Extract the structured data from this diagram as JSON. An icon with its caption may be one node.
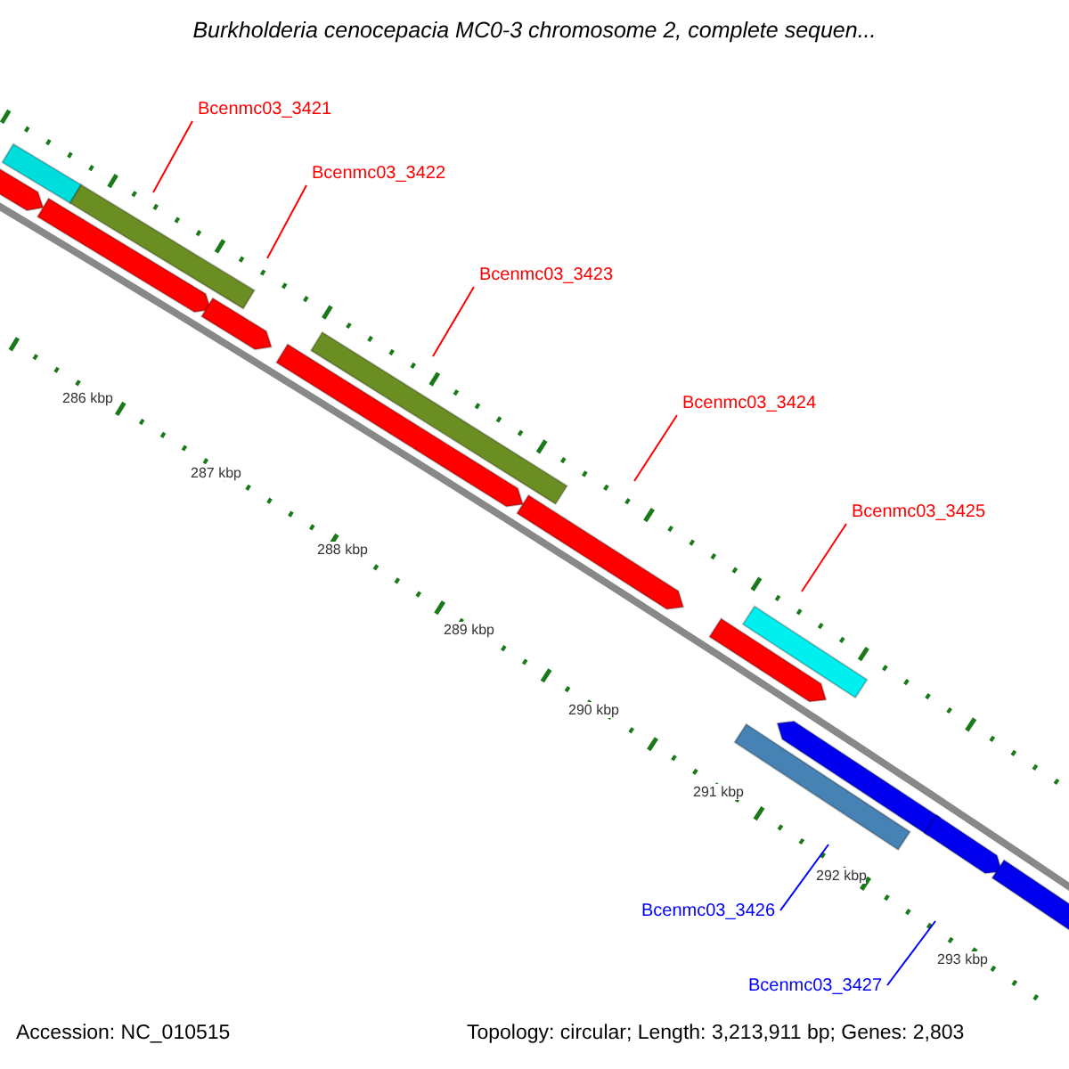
{
  "diagram": {
    "title": "Burkholderia cenocepacia MC0-3 chromosome 2, complete sequen...",
    "nodes": [
      {
        "text": [
          "Bcenmc03_3421"
        ]
      },
      {
        "text": [
          "Bcenmc03_3422"
        ]
      },
      {
        "text": [
          "Bcenmc03_3423"
        ]
      },
      {
        "text": [
          "Bcenmc03_3424"
        ]
      },
      {
        "text": [
          "Bcenmc03_3425"
        ]
      },
      {
        "text": [
          "Bcenmc03_3426"
        ]
      },
      {
        "text": [
          "Bcenmc03_3427"
        ]
      }
    ],
    "edges": [
      {
        "from": 0,
        "to": null,
        "arrow": "none",
        "color": "#ff0000"
      },
      {
        "from": 1,
        "to": null,
        "arrow": "none",
        "color": "#ff0000"
      },
      {
        "from": 2,
        "to": null,
        "arrow": "none",
        "color": "#ff0000"
      },
      {
        "from": 3,
        "to": null,
        "arrow": "none",
        "color": "#ff0000"
      },
      {
        "from": 4,
        "to": null,
        "arrow": "none",
        "color": "#ff0000"
      },
      {
        "from": 5,
        "to": null,
        "arrow": "none",
        "color": "#0000ff"
      },
      {
        "from": 6,
        "to": null,
        "arrow": "none",
        "color": "#0000ff"
      }
    ],
    "labels": [
      "286 kbp",
      "287 kbp",
      "288 kbp",
      "289 kbp",
      "290 kbp",
      "291 kbp",
      "292 kbp",
      "293 kbp",
      "Accession: NC_010515",
      "Topology: circular; Length: 3,213,911 bp; Genes: 2,803"
    ]
  }
}
